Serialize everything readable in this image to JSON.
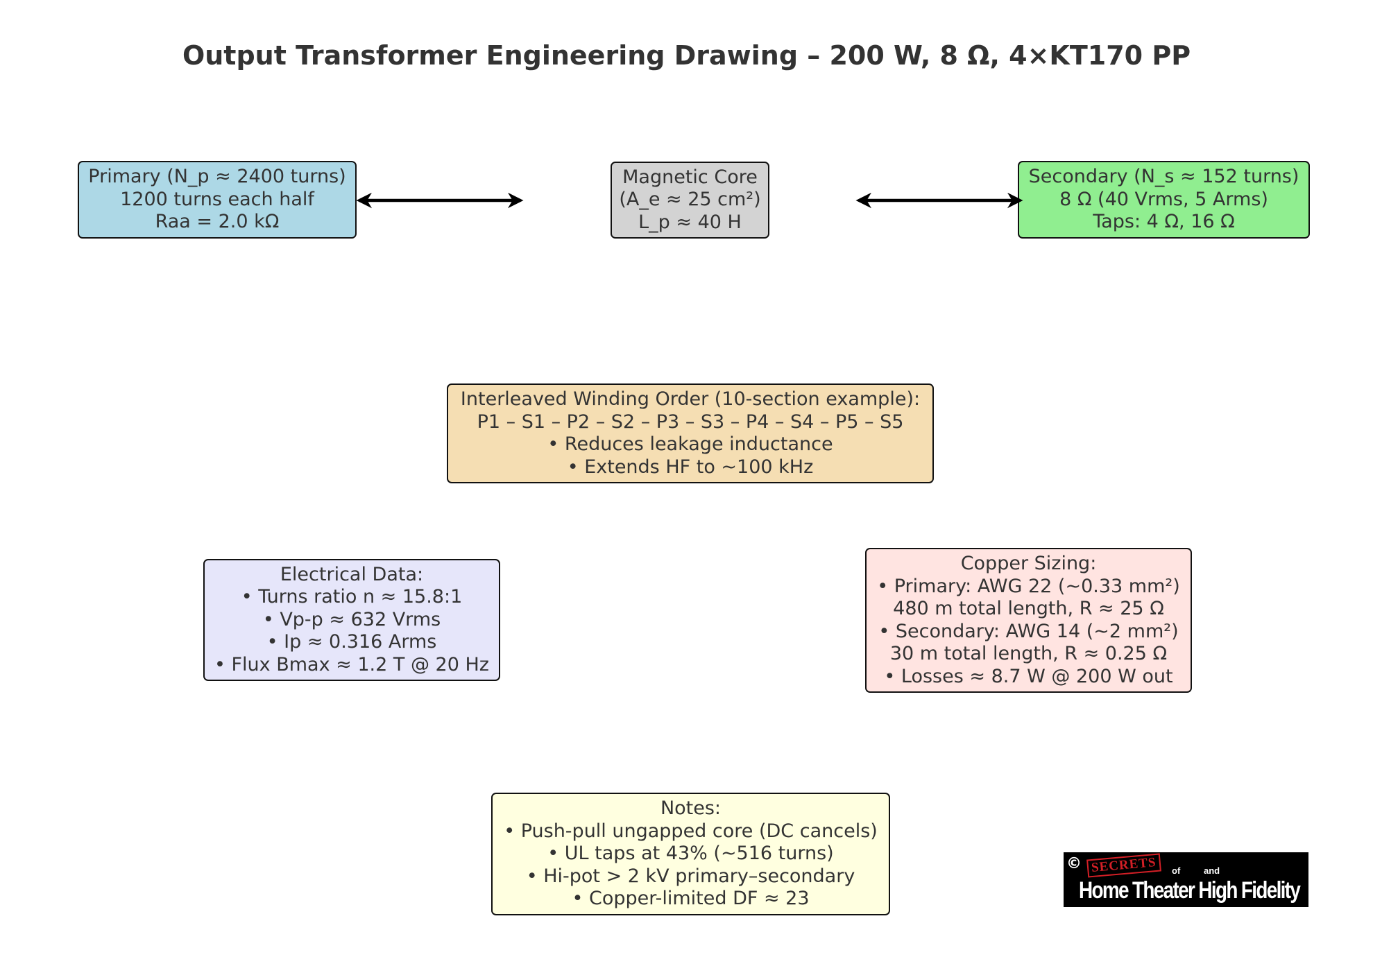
{
  "title": "Output Transformer Engineering Drawing – 200 W, 8 Ω, 4×KT170 PP",
  "primary": {
    "lines": [
      "Primary (N_p ≈ 2400 turns)",
      "1200 turns each half",
      "Raa = 2.0 kΩ"
    ],
    "color": "#add8e6"
  },
  "core": {
    "lines": [
      "Magnetic Core",
      "(A_e ≈ 25 cm²)",
      "L_p ≈ 40 H"
    ],
    "color": "#d3d3d3"
  },
  "secondary": {
    "lines": [
      "Secondary (N_s ≈ 152 turns)",
      "8 Ω (40 Vrms, 5 Arms)",
      "Taps: 4 Ω, 16 Ω"
    ],
    "color": "#90ee90"
  },
  "winding": {
    "lines": [
      "Interleaved Winding Order (10-section example):",
      "P1 – S1 – P2 – S2 – P3 – S3 – P4 – S4 – P5 – S5",
      "• Reduces leakage inductance",
      "• Extends HF to ~100 kHz"
    ],
    "color": "#f5deb3"
  },
  "electrical": {
    "lines": [
      "Electrical Data:",
      "• Turns ratio n ≈ 15.8:1",
      "• Vp-p ≈ 632 Vrms",
      "• Ip ≈ 0.316 Arms",
      "• Flux Bmax ≈ 1.2 T @ 20 Hz"
    ],
    "color": "#e6e6fa"
  },
  "copper": {
    "lines": [
      "Copper Sizing:",
      "• Primary: AWG 22 (~0.33 mm²)",
      "480 m total length, R ≈ 25 Ω",
      "• Secondary: AWG 14 (~2 mm²)",
      "30 m total length, R ≈ 0.25 Ω",
      "• Losses ≈ 8.7 W @ 200 W out"
    ],
    "color": "#ffe4e1"
  },
  "notes": {
    "lines": [
      "Notes:",
      "• Push-pull ungapped core (DC cancels)",
      "• UL taps at 43% (~516 turns)",
      "• Hi-pot > 2 kV primary–secondary",
      "• Copper-limited DF ≈ 23"
    ],
    "color": "#ffffe0"
  },
  "logo": {
    "copyright": "©",
    "secrets": "SECRETS",
    "of": "of",
    "and": "and",
    "main": "Home Theater High Fidelity"
  }
}
